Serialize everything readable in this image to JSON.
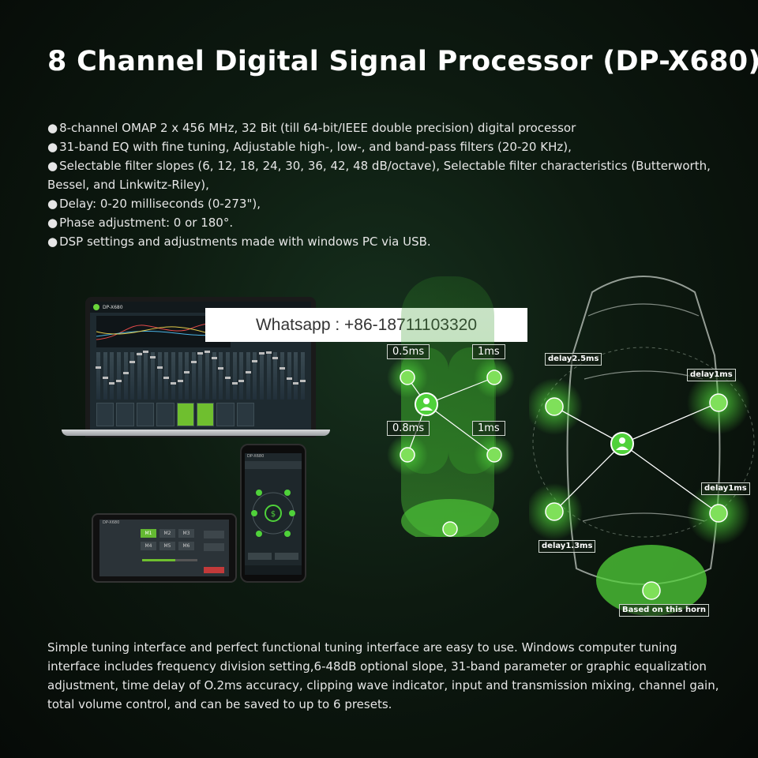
{
  "title": "8 Channel Digital Signal Processor (DP-X680)",
  "features": [
    "8-channel OMAP 2 x 456 MHz, 32 Bit (till 64-bit/IEEE double precision) digital processor",
    "31-band EQ with fine tuning, Adjustable high-, low-, and band-pass filters (20-20 KHz),",
    "Selectable filter slopes (6, 12, 18, 24, 30, 36, 42, 48 dB/octave), Selectable filter characteristics (Butterworth, Bessel, and Linkwitz-Riley),",
    "Delay: 0-20 milliseconds (0-273\"),",
    "Phase adjustment: 0 or 180°.",
    "DSP settings and adjustments made with windows PC via USB."
  ],
  "laptop_app": {
    "name": "DP-X680"
  },
  "tablet_app": {
    "name": "DP-X680",
    "presets": [
      "M1",
      "M2",
      "M3",
      "M4",
      "M5",
      "M6"
    ],
    "active_preset": "M1"
  },
  "phone_app": {
    "name": "DP-X680"
  },
  "whatsapp": "Whatsapp : +86-18711103320",
  "delay_panel": {
    "labels": [
      "0.5ms",
      "1ms",
      "0.8ms",
      "1ms"
    ]
  },
  "car_diagram": {
    "labels": [
      "delay2.5ms",
      "delay1ms",
      "delay1ms",
      "delay1.3ms",
      "Based on this horn"
    ]
  },
  "description": "Simple tuning interface and perfect functional tuning interface are easy to use. Windows computer tuning interface includes frequency division setting,6-48dB optional slope, 31-band parameter or graphic equalization adjustment, time delay of O.2ms accuracy, clipping wave indicator, input and transmission mixing, channel gain, total volume control, and can be saved to up to 6 presets.",
  "colors": {
    "accent_green": "#4fd13a",
    "background": "#0d1a10"
  },
  "icons": [
    "speaker-icon",
    "person-icon",
    "horn-icon",
    "app-logo-icon"
  ]
}
